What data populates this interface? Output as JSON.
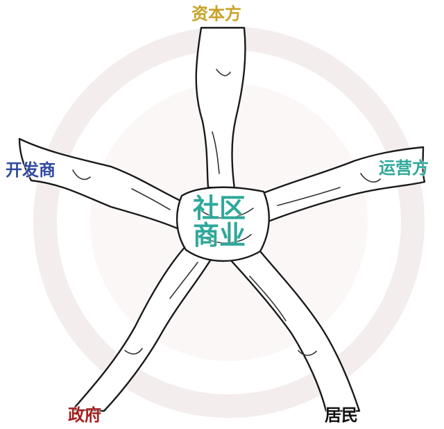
{
  "center": {
    "line1": "社区",
    "line2": "商业"
  },
  "nodes": {
    "top": {
      "label": "资本方"
    },
    "left": {
      "label": "开发商"
    },
    "right": {
      "label": "运营方"
    },
    "bottom_left": {
      "label": "政府"
    },
    "bottom_right": {
      "label": "居民"
    }
  },
  "colors": {
    "top": "#c9a227",
    "left": "#2f4a9e",
    "right": "#2ea89a",
    "bottom_left": "#a51f1f",
    "bottom_right": "#111111",
    "center": "#2ea89a",
    "line": "#1a1a1a",
    "watermark": "#f4eded"
  }
}
